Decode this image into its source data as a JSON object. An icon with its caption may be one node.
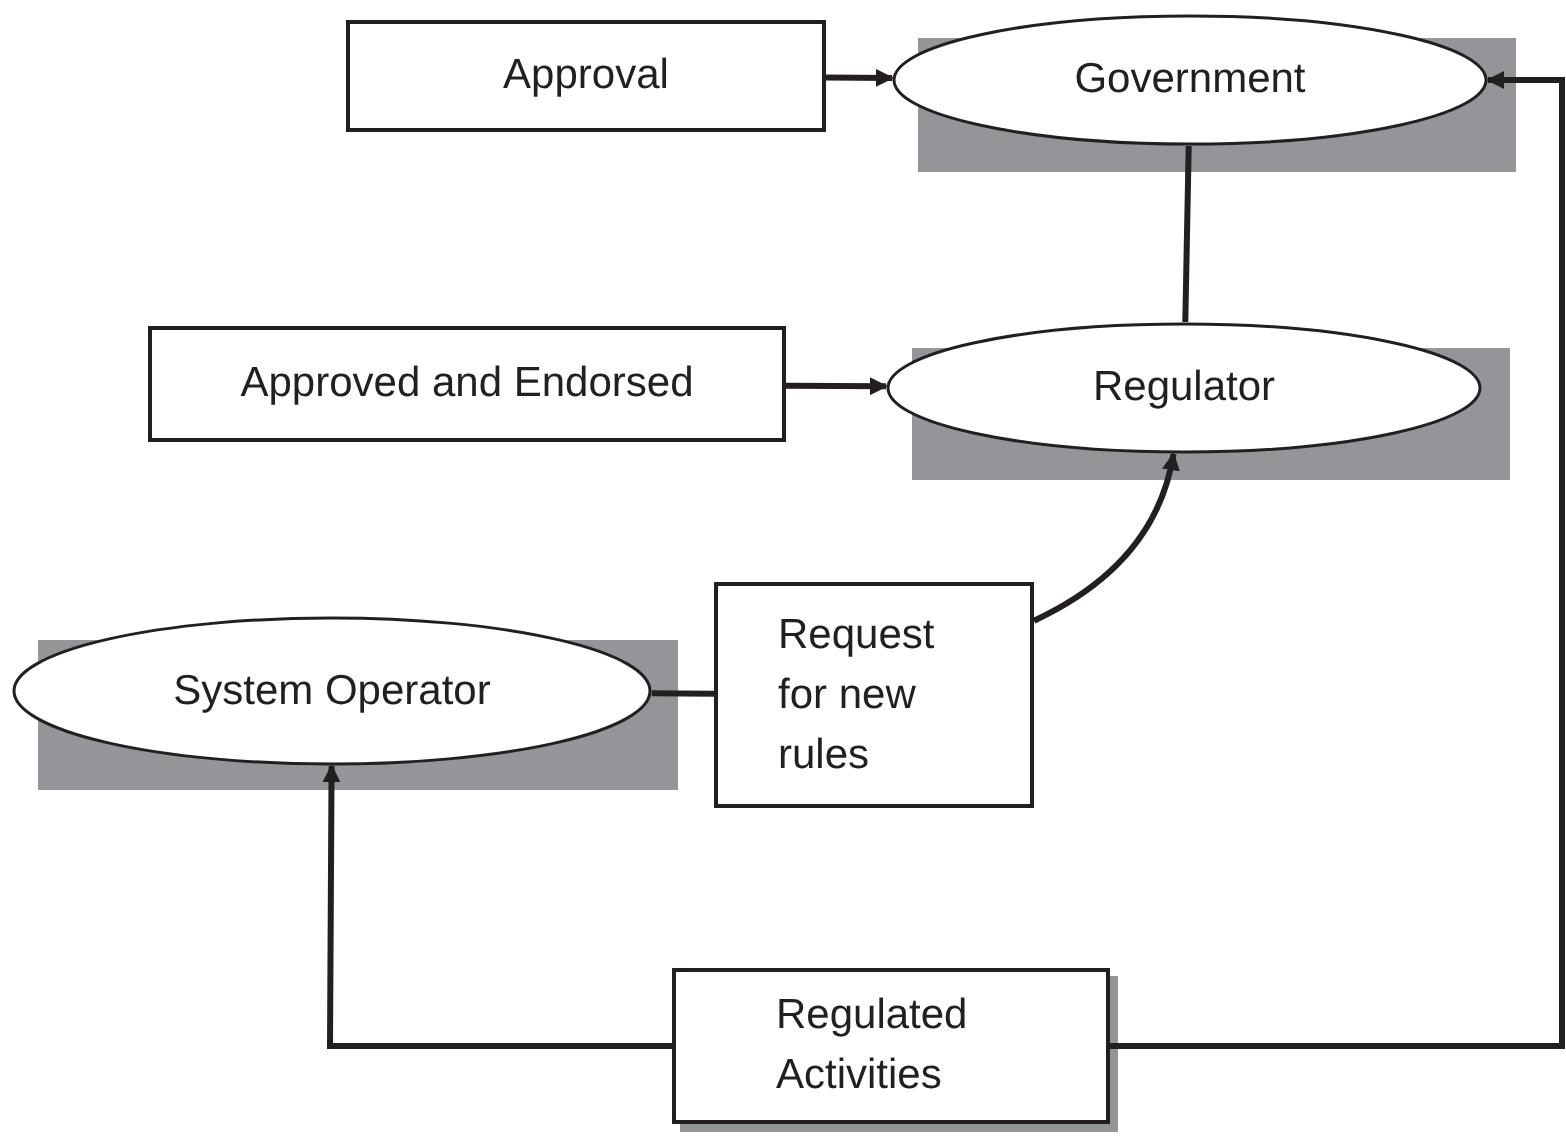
{
  "diagram": {
    "nodes": [
      {
        "text": [
          "Approval"
        ]
      },
      {
        "text": [
          "Government"
        ]
      },
      {
        "text": [
          "Approved and Endorsed"
        ]
      },
      {
        "text": [
          "Regulator"
        ]
      },
      {
        "text": [
          "System Operator"
        ]
      },
      {
        "text": [
          "Request for new rules"
        ]
      },
      {
        "text": [
          "Regulated Activities"
        ]
      }
    ],
    "edges": [
      {
        "from": 0,
        "to": 1,
        "arrow": "to"
      },
      {
        "from": 2,
        "to": 3,
        "arrow": "to"
      },
      {
        "from": 3,
        "to": 1,
        "arrow": "none"
      },
      {
        "from": 5,
        "to": 4,
        "arrow": "none"
      },
      {
        "from": 5,
        "to": 3,
        "arrow": "to"
      },
      {
        "from": 6,
        "to": 4,
        "arrow": "to"
      },
      {
        "from": 6,
        "to": 1,
        "arrow": "to"
      }
    ]
  }
}
